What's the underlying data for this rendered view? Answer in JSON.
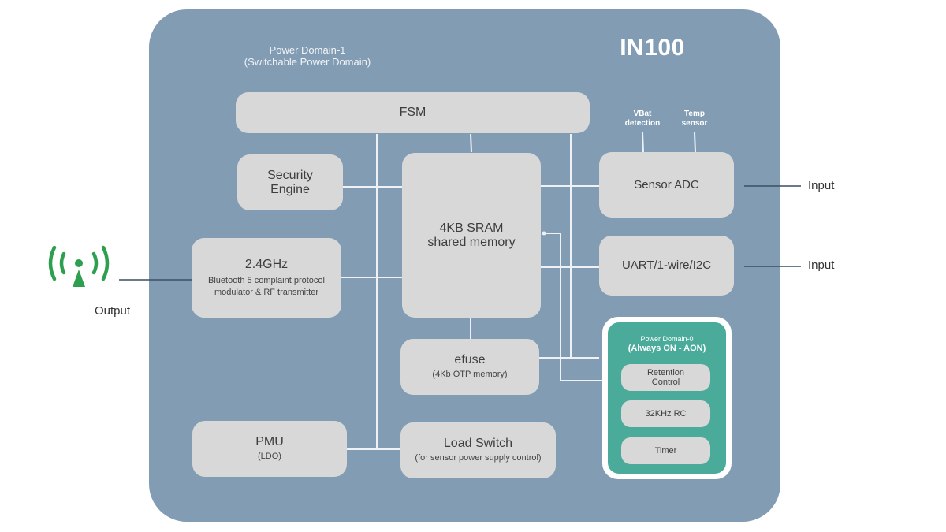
{
  "chip": {
    "name": "IN100",
    "domain1_title_line1": "Power Domain-1",
    "domain1_title_line2": "(Switchable Power Domain)"
  },
  "blocks": {
    "fsm": {
      "label": "FSM"
    },
    "security_engine": {
      "line1": "Security",
      "line2": "Engine"
    },
    "sram": {
      "line1": "4KB SRAM",
      "line2": "shared memory"
    },
    "rf": {
      "title": "2.4GHz",
      "line1": "Bluetooth 5 complaint protocol",
      "line2": "modulator & RF transmitter"
    },
    "sensor_adc": {
      "label": "Sensor ADC"
    },
    "uart": {
      "label": "UART/1-wire/I2C"
    },
    "efuse": {
      "title": "efuse",
      "sub": "(4Kb OTP memory)"
    },
    "pmu": {
      "title": "PMU",
      "sub": "(LDO)"
    },
    "load_switch": {
      "title": "Load Switch",
      "sub": "(for sensor power supply control)"
    }
  },
  "sensors": {
    "vbat": {
      "line1": "VBat",
      "line2": "detection"
    },
    "temp": {
      "line1": "Temp",
      "line2": "sensor"
    }
  },
  "aon": {
    "title_line1": "Power Domain-0",
    "title_line2": "(Always ON - AON)",
    "blocks": [
      {
        "line1": "Retention",
        "line2": "Control"
      },
      {
        "line1": "32KHz RC",
        "line2": ""
      },
      {
        "line1": "Timer",
        "line2": ""
      }
    ]
  },
  "external": {
    "output_label": "Output",
    "input_adc_label": "Input",
    "input_uart_label": "Input"
  },
  "colors": {
    "chip_background": "#829cb4",
    "block_fill": "#d8d8d8",
    "aon_fill": "#4aab9a",
    "antenna": "#2e9e4f"
  }
}
